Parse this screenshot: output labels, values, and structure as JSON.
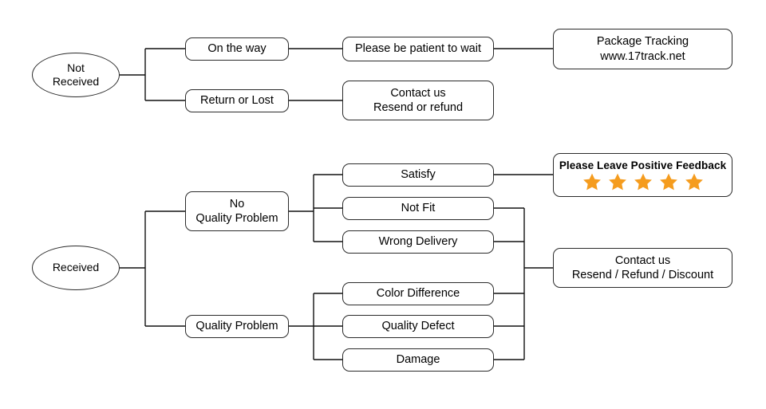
{
  "diagram": {
    "title_text": "",
    "branches": [
      {
        "root": {
          "label_lines": [
            "Not",
            "Received"
          ],
          "shape": "ellipse"
        },
        "level1": [
          {
            "label_lines": [
              "On the way"
            ]
          },
          {
            "label_lines": [
              "Return or Lost"
            ]
          }
        ],
        "level2": [
          {
            "label_lines": [
              "Please be patient to wait"
            ]
          },
          {
            "label_lines": [
              "Contact us",
              "Resend or refund"
            ]
          }
        ],
        "level3": [
          {
            "label_lines": [
              "Package Tracking",
              "www.17track.net"
            ]
          }
        ]
      },
      {
        "root": {
          "label_lines": [
            "Received"
          ],
          "shape": "ellipse"
        },
        "level1": [
          {
            "label_lines": [
              "No",
              "Quality Problem"
            ]
          },
          {
            "label_lines": [
              "Quality Problem"
            ]
          }
        ],
        "level2_no_quality": [
          {
            "label_lines": [
              "Satisfy"
            ]
          },
          {
            "label_lines": [
              "Not Fit"
            ]
          },
          {
            "label_lines": [
              "Wrong Delivery"
            ]
          }
        ],
        "level2_quality": [
          {
            "label_lines": [
              "Color Difference"
            ]
          },
          {
            "label_lines": [
              "Quality Defect"
            ]
          },
          {
            "label_lines": [
              "Damage"
            ]
          }
        ],
        "level3": [
          {
            "type": "feedback",
            "label_lines": [
              "Please Leave Positive Feedback"
            ],
            "stars": 5,
            "star_color": "#F59C1E"
          },
          {
            "label_lines": [
              "Contact us",
              "Resend / Refund / Discount"
            ]
          }
        ]
      }
    ]
  },
  "colors": {
    "background": "#ffffff",
    "stroke": "#111111",
    "node_border": "#2b2b2b",
    "text": "#000000",
    "star": "#F59C1E"
  }
}
